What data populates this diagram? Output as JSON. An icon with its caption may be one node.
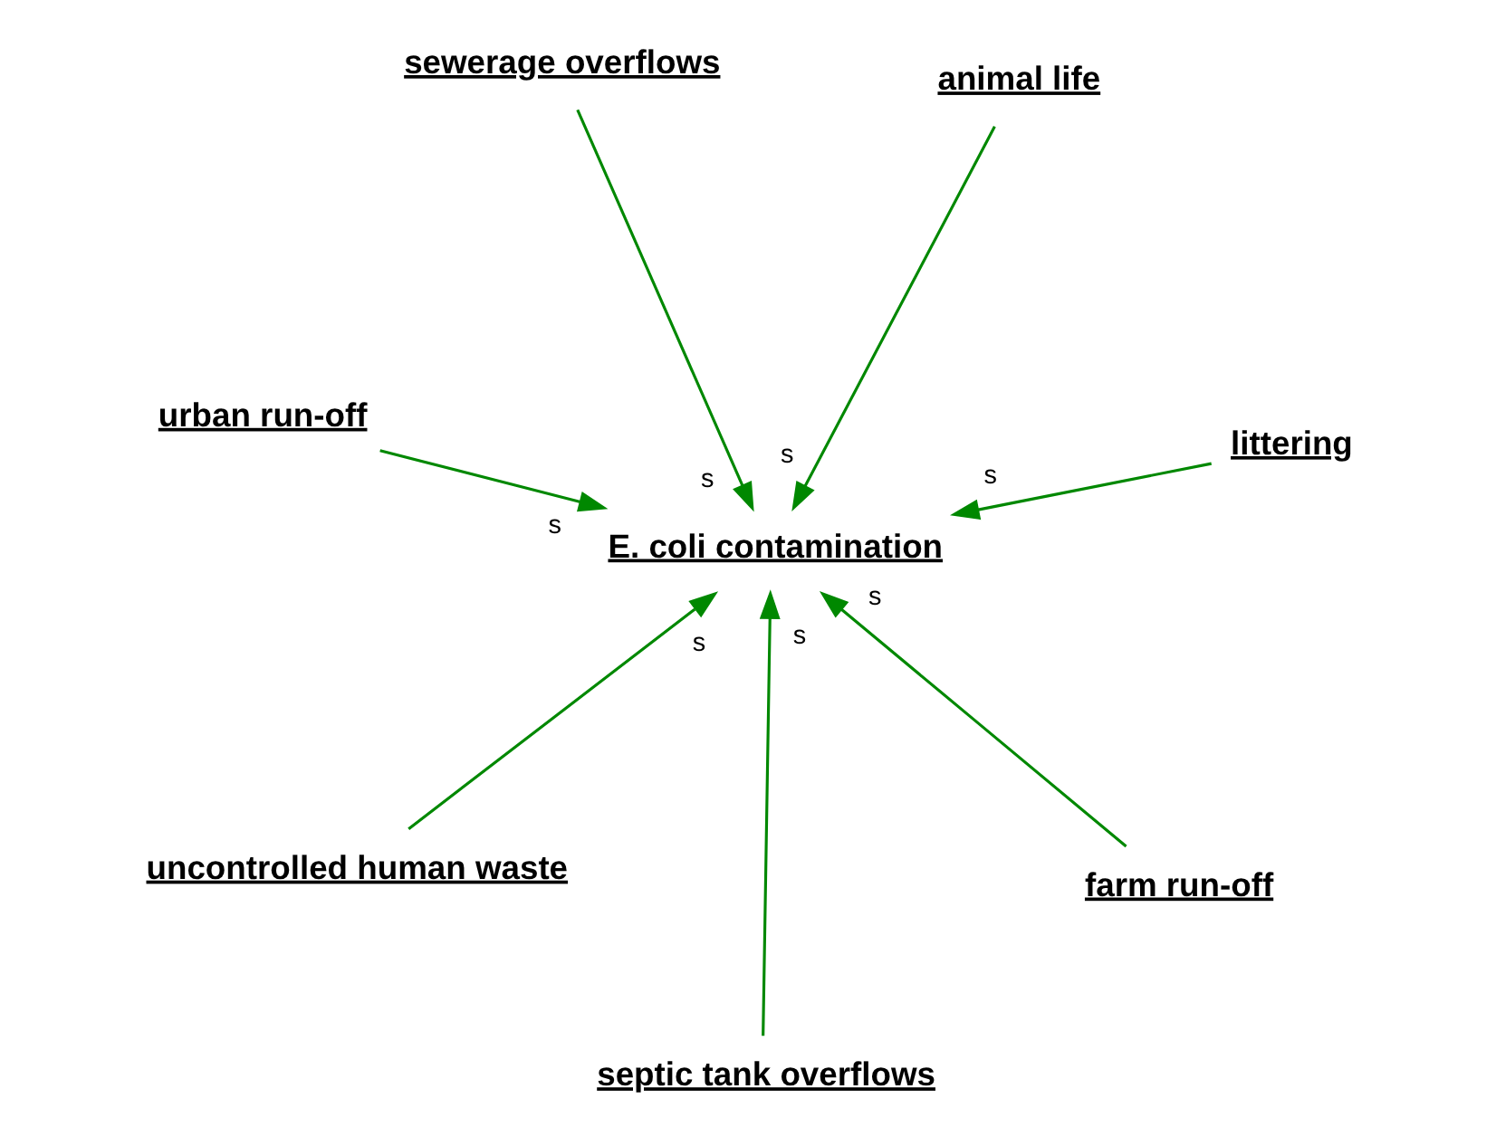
{
  "diagram": {
    "nodes": [
      {
        "text": [
          "urban run-off"
        ]
      },
      {
        "text": [
          "littering"
        ]
      },
      {
        "text": [
          "septic tank overflows"
        ]
      },
      {
        "text": [
          "sewerage overflows"
        ]
      },
      {
        "text": [
          "animal life"
        ]
      },
      {
        "text": [
          "E. coli contamination"
        ]
      },
      {
        "text": [
          "uncontrolled human waste"
        ]
      },
      {
        "text": [
          "farm run-off"
        ]
      }
    ],
    "edges": [
      {
        "from": 2,
        "to": 5,
        "arrow": "to",
        "label": "s"
      },
      {
        "from": 3,
        "to": 5,
        "arrow": "to",
        "label": "s"
      },
      {
        "from": 0,
        "to": 5,
        "arrow": "to",
        "label": "s"
      },
      {
        "from": 1,
        "to": 5,
        "arrow": "to",
        "label": "s"
      },
      {
        "from": 4,
        "to": 5,
        "arrow": "to",
        "label": "s"
      },
      {
        "from": 7,
        "to": 5,
        "arrow": "to",
        "label": "s"
      },
      {
        "from": 6,
        "to": 5,
        "arrow": "to",
        "label": "s"
      }
    ]
  }
}
